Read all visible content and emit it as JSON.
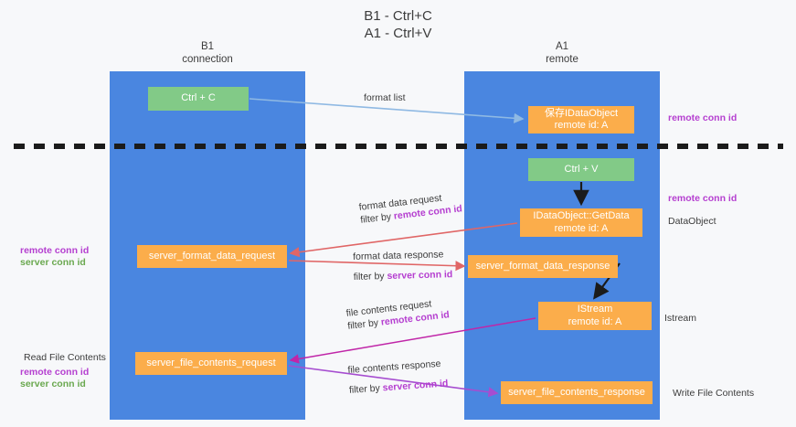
{
  "title": {
    "line1": "B1 - Ctrl+C",
    "line2": "A1 - Ctrl+V"
  },
  "lanes": [
    {
      "id": "b1",
      "name": "B1",
      "role": "connection",
      "color": "#4a86e0"
    },
    {
      "id": "a1",
      "name": "A1",
      "role": "remote",
      "color": "#4a86e0"
    }
  ],
  "nodes": {
    "ctrl_c": {
      "line1": "Ctrl + C",
      "line2": "",
      "color": "#82ca87"
    },
    "save_idataobject": {
      "line1": "保存IDataObject",
      "line2": "remote id: A",
      "color": "#fbad4b"
    },
    "ctrl_v": {
      "line1": "Ctrl + V",
      "line2": "",
      "color": "#82ca87"
    },
    "getdata": {
      "line1": "IDataObject::GetData",
      "line2": "remote id: A",
      "color": "#fbad4b"
    },
    "server_format_data_request": {
      "line1": "server_format_data_request",
      "line2": "",
      "color": "#fbad4b"
    },
    "server_format_data_response": {
      "line1": "server_format_data_response",
      "line2": "",
      "color": "#fbad4b"
    },
    "istream": {
      "line1": "IStream",
      "line2": "remote id: A",
      "color": "#fbad4b"
    },
    "server_file_contents_request": {
      "line1": "server_file_contents_request",
      "line2": "",
      "color": "#fbad4b"
    },
    "server_file_contents_response": {
      "line1": "server_file_contents_response",
      "line2": "",
      "color": "#fbad4b"
    }
  },
  "edge_labels": {
    "format_list": "format list",
    "format_data_request": "format data request",
    "format_data_request_filter_prefix": "filter by ",
    "format_data_request_filter_key": "remote conn id",
    "format_data_response": "format data response",
    "format_data_response_filter_prefix": "filter by ",
    "format_data_response_filter_key": "server conn id",
    "file_contents_request": "file contents request",
    "file_contents_request_filter_prefix": "filter by ",
    "file_contents_request_filter_key": "remote conn id",
    "file_contents_response": "file contents response",
    "file_contents_response_filter_prefix": "filter by ",
    "file_contents_response_filter_key": "server conn id"
  },
  "side_labels": {
    "remote_conn_id_top": "remote conn id",
    "remote_conn_id_mid": "remote conn id",
    "dataobject": "DataObject",
    "istream": "Istream",
    "write_file_contents": "Write File Contents",
    "read_file_contents": "Read File Contents",
    "left_remote_conn_id_1": "remote conn id",
    "left_server_conn_id_1": "server conn id",
    "left_remote_conn_id_2": "remote conn id",
    "left_server_conn_id_2": "server conn id"
  },
  "colors": {
    "lane": "#4a86e0",
    "green_node": "#82ca87",
    "orange_node": "#fbad4b",
    "purple_key": "#b53fd0",
    "green_key": "#6aa84f",
    "arrow_light_blue": "#9fc5e8",
    "arrow_red": "#e06666",
    "arrow_magenta": "#c026a8",
    "arrow_purple": "#a64dd0",
    "arrow_black": "#1b1b1b",
    "background": "#f7f8fa",
    "divider": "#1b1b1b"
  }
}
